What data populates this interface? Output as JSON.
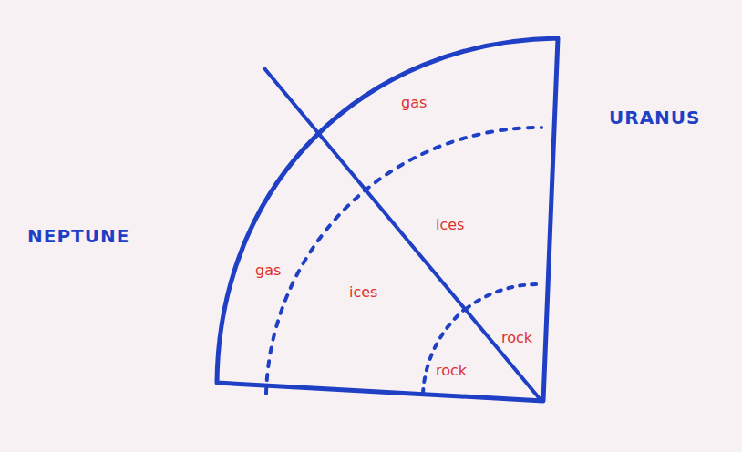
{
  "diagram": {
    "labels": [
      "gas",
      "URANUS",
      "ices",
      "NEPTUNE",
      "gas",
      "ices",
      "rock",
      "rock"
    ]
  }
}
